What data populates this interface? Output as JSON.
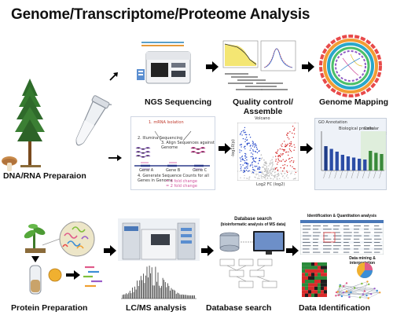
{
  "title": "Genome/Transcriptome/Proteome Analysis",
  "labels": {
    "dna_rna_prep": "DNA/RNA Preparaion",
    "ngs": "NGS Sequencing",
    "qc": "Quality control/\nAssemble",
    "genome_mapping": "Genome Mapping",
    "protein_prep": "Protein Preparation",
    "lcms": "LC/MS analysis",
    "db_search": "Database search",
    "data_id": "Data Identification"
  },
  "rnaseq_diagram": {
    "step1": "1. mRNA Isolation",
    "step2": "2. Illumina Sequencing",
    "step3": "3. Align Sequences against Genome",
    "step4": "4. Generate Sequence Counts for all Genes in Genome",
    "gene_a": "Gene A",
    "gene_b": "Gene B",
    "gene_c": "Gene C",
    "fold1": "= 3 fold change",
    "fold2": "= 2 fold change"
  },
  "volcano": {
    "title": "Volcano",
    "xlabel": "Log2 FC (log2)",
    "ylabel": "-log10(p)"
  },
  "bar_panel": {
    "title": "GO Annotation",
    "left_header": "Biological process",
    "right_header": "Cellular component",
    "values": [
      0.62,
      0.55,
      0.48,
      0.4,
      0.36,
      0.33,
      0.3,
      0.28,
      0.5,
      0.45,
      0.42
    ],
    "colors": [
      "#1f3c88",
      "#2c4da6",
      "#2c4da6",
      "#2c4da6",
      "#2c4da6",
      "#2c4da6",
      "#2c4da6",
      "#2c4da6",
      "#3a8a3a",
      "#3a8a3a",
      "#3a8a3a"
    ]
  },
  "db_search_panel": {
    "title": "Database search",
    "subtitle": "(bioinformatic analysis of MS data)"
  },
  "data_id_panel": {
    "top_title": "Identification & Quantitation analysis",
    "bottom_title": "Data mining & interpretation"
  }
}
